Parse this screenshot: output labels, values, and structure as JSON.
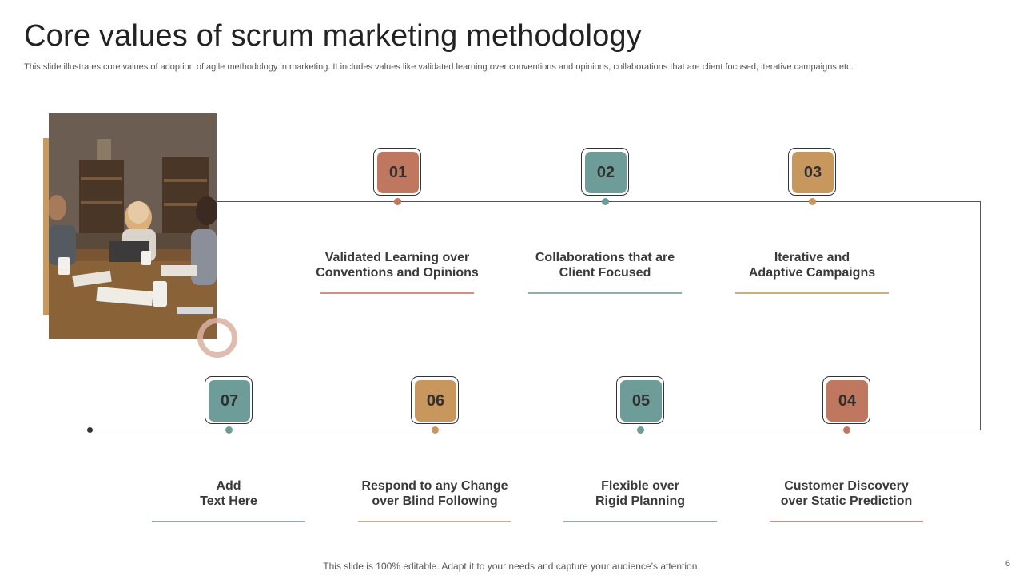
{
  "slide": {
    "title": "Core values of scrum marketing methodology",
    "subtitle": "This slide illustrates core values of adoption of agile methodology in marketing. It includes values like validated learning over conventions and opinions, collaborations that are client focused, iterative campaigns etc.",
    "footer": "This slide is 100% editable. Adapt it to your needs and capture your audience’s attention.",
    "page_number": "6"
  },
  "colors": {
    "rust": "#C07760",
    "teal": "#6E9C98",
    "tan": "#C8975E",
    "bar": "#C99A60",
    "ring": "#D8B2A2"
  },
  "steps": [
    {
      "num": "01",
      "color": "rust",
      "line1": "Validated Learning over",
      "line2": "Conventions and Opinions"
    },
    {
      "num": "02",
      "color": "teal",
      "line1": "Collaborations that are",
      "line2": "Client Focused"
    },
    {
      "num": "03",
      "color": "tan",
      "line1": "Iterative and",
      "line2": "Adaptive Campaigns"
    },
    {
      "num": "04",
      "color": "rust",
      "line1": "Customer Discovery",
      "line2": "over Static Prediction"
    },
    {
      "num": "05",
      "color": "teal",
      "line1": "Flexible over",
      "line2": "Rigid Planning"
    },
    {
      "num": "06",
      "color": "tan",
      "line1": "Respond to any Change",
      "line2": "over Blind Following"
    },
    {
      "num": "07",
      "color": "teal",
      "line1": "Add",
      "line2": "Text Here"
    }
  ]
}
